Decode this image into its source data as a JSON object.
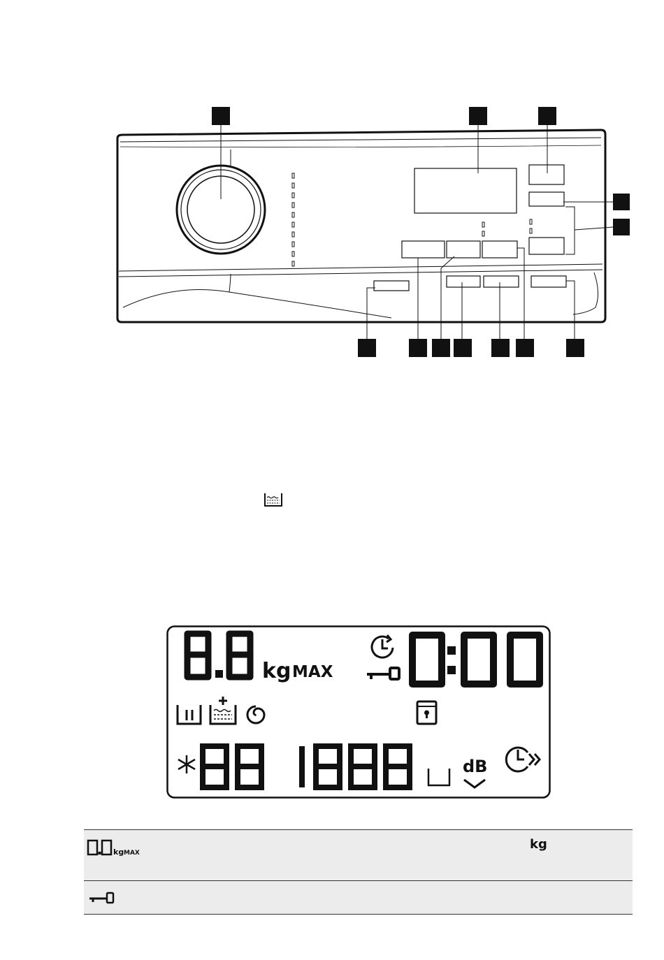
{
  "panel_diagram": {
    "callouts": [
      {
        "id": "callout-1",
        "label": ""
      },
      {
        "id": "callout-2",
        "label": ""
      },
      {
        "id": "callout-3",
        "label": ""
      },
      {
        "id": "callout-4",
        "label": ""
      },
      {
        "id": "callout-5",
        "label": ""
      },
      {
        "id": "callout-6",
        "label": ""
      },
      {
        "id": "callout-7",
        "label": ""
      },
      {
        "id": "callout-8",
        "label": ""
      },
      {
        "id": "callout-9",
        "label": ""
      },
      {
        "id": "callout-10",
        "label": ""
      },
      {
        "id": "callout-11",
        "label": ""
      },
      {
        "id": "callout-12",
        "label": ""
      }
    ]
  },
  "inline_icon": {
    "name": "prewash-icon"
  },
  "display": {
    "weight_digits": "8.8",
    "weight_unit": "kg",
    "weight_max": "MAX",
    "time_digits": "0:00",
    "temp_digits": "88",
    "spin_digits": "1888",
    "db_label": "dB",
    "icons": [
      "delay-timer-icon",
      "child-lock-key-icon",
      "prewash-icon",
      "stain-icon",
      "extra-rinse-icon",
      "spiral-icon",
      "door-lock-icon",
      "cold-wash-icon",
      "no-spin-tub-icon",
      "quiet-icon",
      "time-saving-icon"
    ]
  },
  "table": {
    "rows": [
      {
        "symbol": "0.0",
        "symbol_unit": "kg",
        "symbol_max": "MAX",
        "text": "",
        "unit": "kg"
      },
      {
        "symbol": "child-lock-key-icon",
        "text": ""
      }
    ]
  }
}
